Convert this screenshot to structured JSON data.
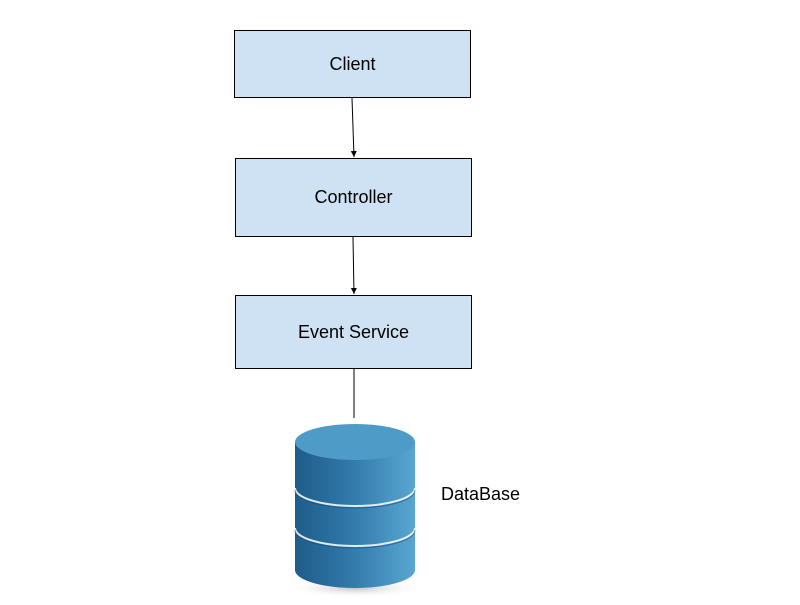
{
  "nodes": {
    "client": "Client",
    "controller": "Controller",
    "event_service": "Event Service",
    "database": "DataBase"
  },
  "colors": {
    "box_fill": "#cfe2f3",
    "box_border": "#000000",
    "db_top": "#4f9bc8",
    "db_body": "#2f78a8",
    "db_side": "#1f5c8a"
  },
  "edges": [
    {
      "from": "client",
      "to": "controller",
      "arrow": true
    },
    {
      "from": "controller",
      "to": "event_service",
      "arrow": true
    },
    {
      "from": "event_service",
      "to": "database",
      "arrow": false
    }
  ]
}
